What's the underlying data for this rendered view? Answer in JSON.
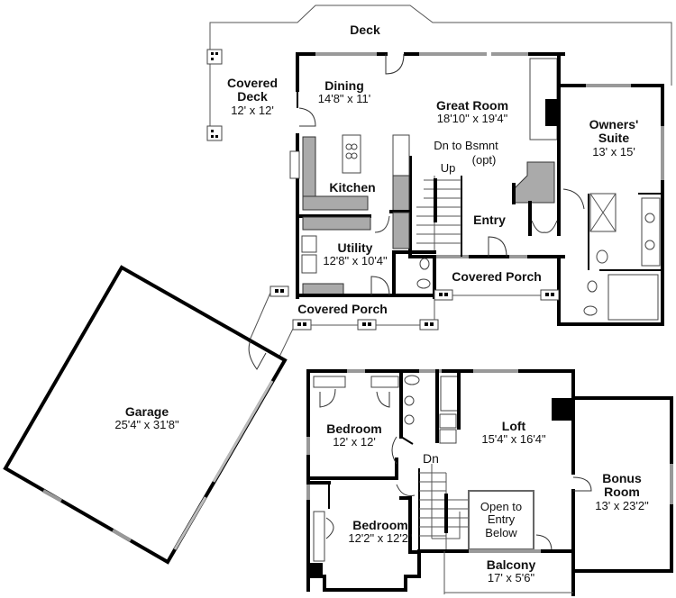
{
  "plan": {
    "main_floor": {
      "rooms": [
        {
          "name": "Deck",
          "dims": ""
        },
        {
          "name": "Covered Deck",
          "dims": "12' x 12'"
        },
        {
          "name": "Dining",
          "dims": "14'8\" x 11'"
        },
        {
          "name": "Great Room",
          "dims": "18'10\" x 19'4\""
        },
        {
          "name": "Owners' Suite",
          "dims": "13' x 15'"
        },
        {
          "name": "Kitchen",
          "dims": ""
        },
        {
          "name": "Utility",
          "dims": "12'8\" x 10'4\""
        },
        {
          "name": "Entry",
          "dims": ""
        },
        {
          "name": "Covered Porch",
          "dims": ""
        },
        {
          "name": "Covered Porch",
          "dims": ""
        },
        {
          "name": "Garage",
          "dims": "25'4\" x 31'8\""
        }
      ],
      "annotations": {
        "stairs_down": "Dn to Bsmnt",
        "stairs_down_note": "(opt)",
        "stairs_up": "Up"
      }
    },
    "upper_floor": {
      "rooms": [
        {
          "name": "Bedroom",
          "dims": "12' x 12'"
        },
        {
          "name": "Bedroom",
          "dims": "12'2\" x 12'2\""
        },
        {
          "name": "Loft",
          "dims": "15'4\" x 16'4\""
        },
        {
          "name": "Bonus Room",
          "dims": "13' x 23'2\""
        },
        {
          "name": "Balcony",
          "dims": "17' x 5'6\""
        }
      ],
      "annotations": {
        "stairs_down": "Dn",
        "open_to_entry_line1": "Open to",
        "open_to_entry_line2": "Entry",
        "open_to_entry_line3": "Below"
      }
    },
    "colors": {
      "wall": "#000000",
      "window": "#999999",
      "background": "#ffffff"
    }
  }
}
